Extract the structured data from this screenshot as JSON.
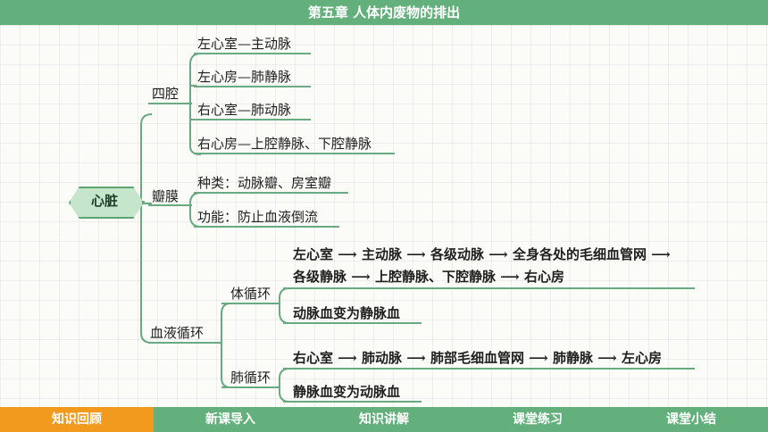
{
  "header": {
    "title": "第五章  人体内废物的排出"
  },
  "root": "心脏",
  "branches": {
    "chambers": {
      "label": "四腔",
      "items": [
        "左心室—主动脉",
        "左心房—肺静脉",
        "右心室—肺动脉",
        "右心房—上腔静脉、下腔静脉"
      ]
    },
    "valves": {
      "label": "瓣膜",
      "items": [
        "种类：动脉瓣、房室瓣",
        "功能：防止血液倒流"
      ]
    },
    "circulation": {
      "label": "血液循环",
      "systemic": {
        "label": "体循环",
        "path_line1": [
          "左心室",
          "主动脉",
          "各级动脉",
          "全身各处的毛细血管网"
        ],
        "path_line2": [
          "各级静脉",
          "上腔静脉、下腔静脉",
          "右心房"
        ],
        "change": "动脉血变为静脉血"
      },
      "pulmonary": {
        "label": "肺循环",
        "path": [
          "右心室",
          "肺动脉",
          "肺部毛细血管网",
          "肺静脉",
          "左心房"
        ],
        "change": "静脉血变为动脉血"
      }
    }
  },
  "nav": {
    "items": [
      "知识回顾",
      "新课导入",
      "知识讲解",
      "课堂练习",
      "课堂小结"
    ],
    "active_index": 0
  },
  "colors": {
    "accent": "#64b07c",
    "active_tab": "#f29a1e",
    "node_fill": "#c6e6cc"
  }
}
